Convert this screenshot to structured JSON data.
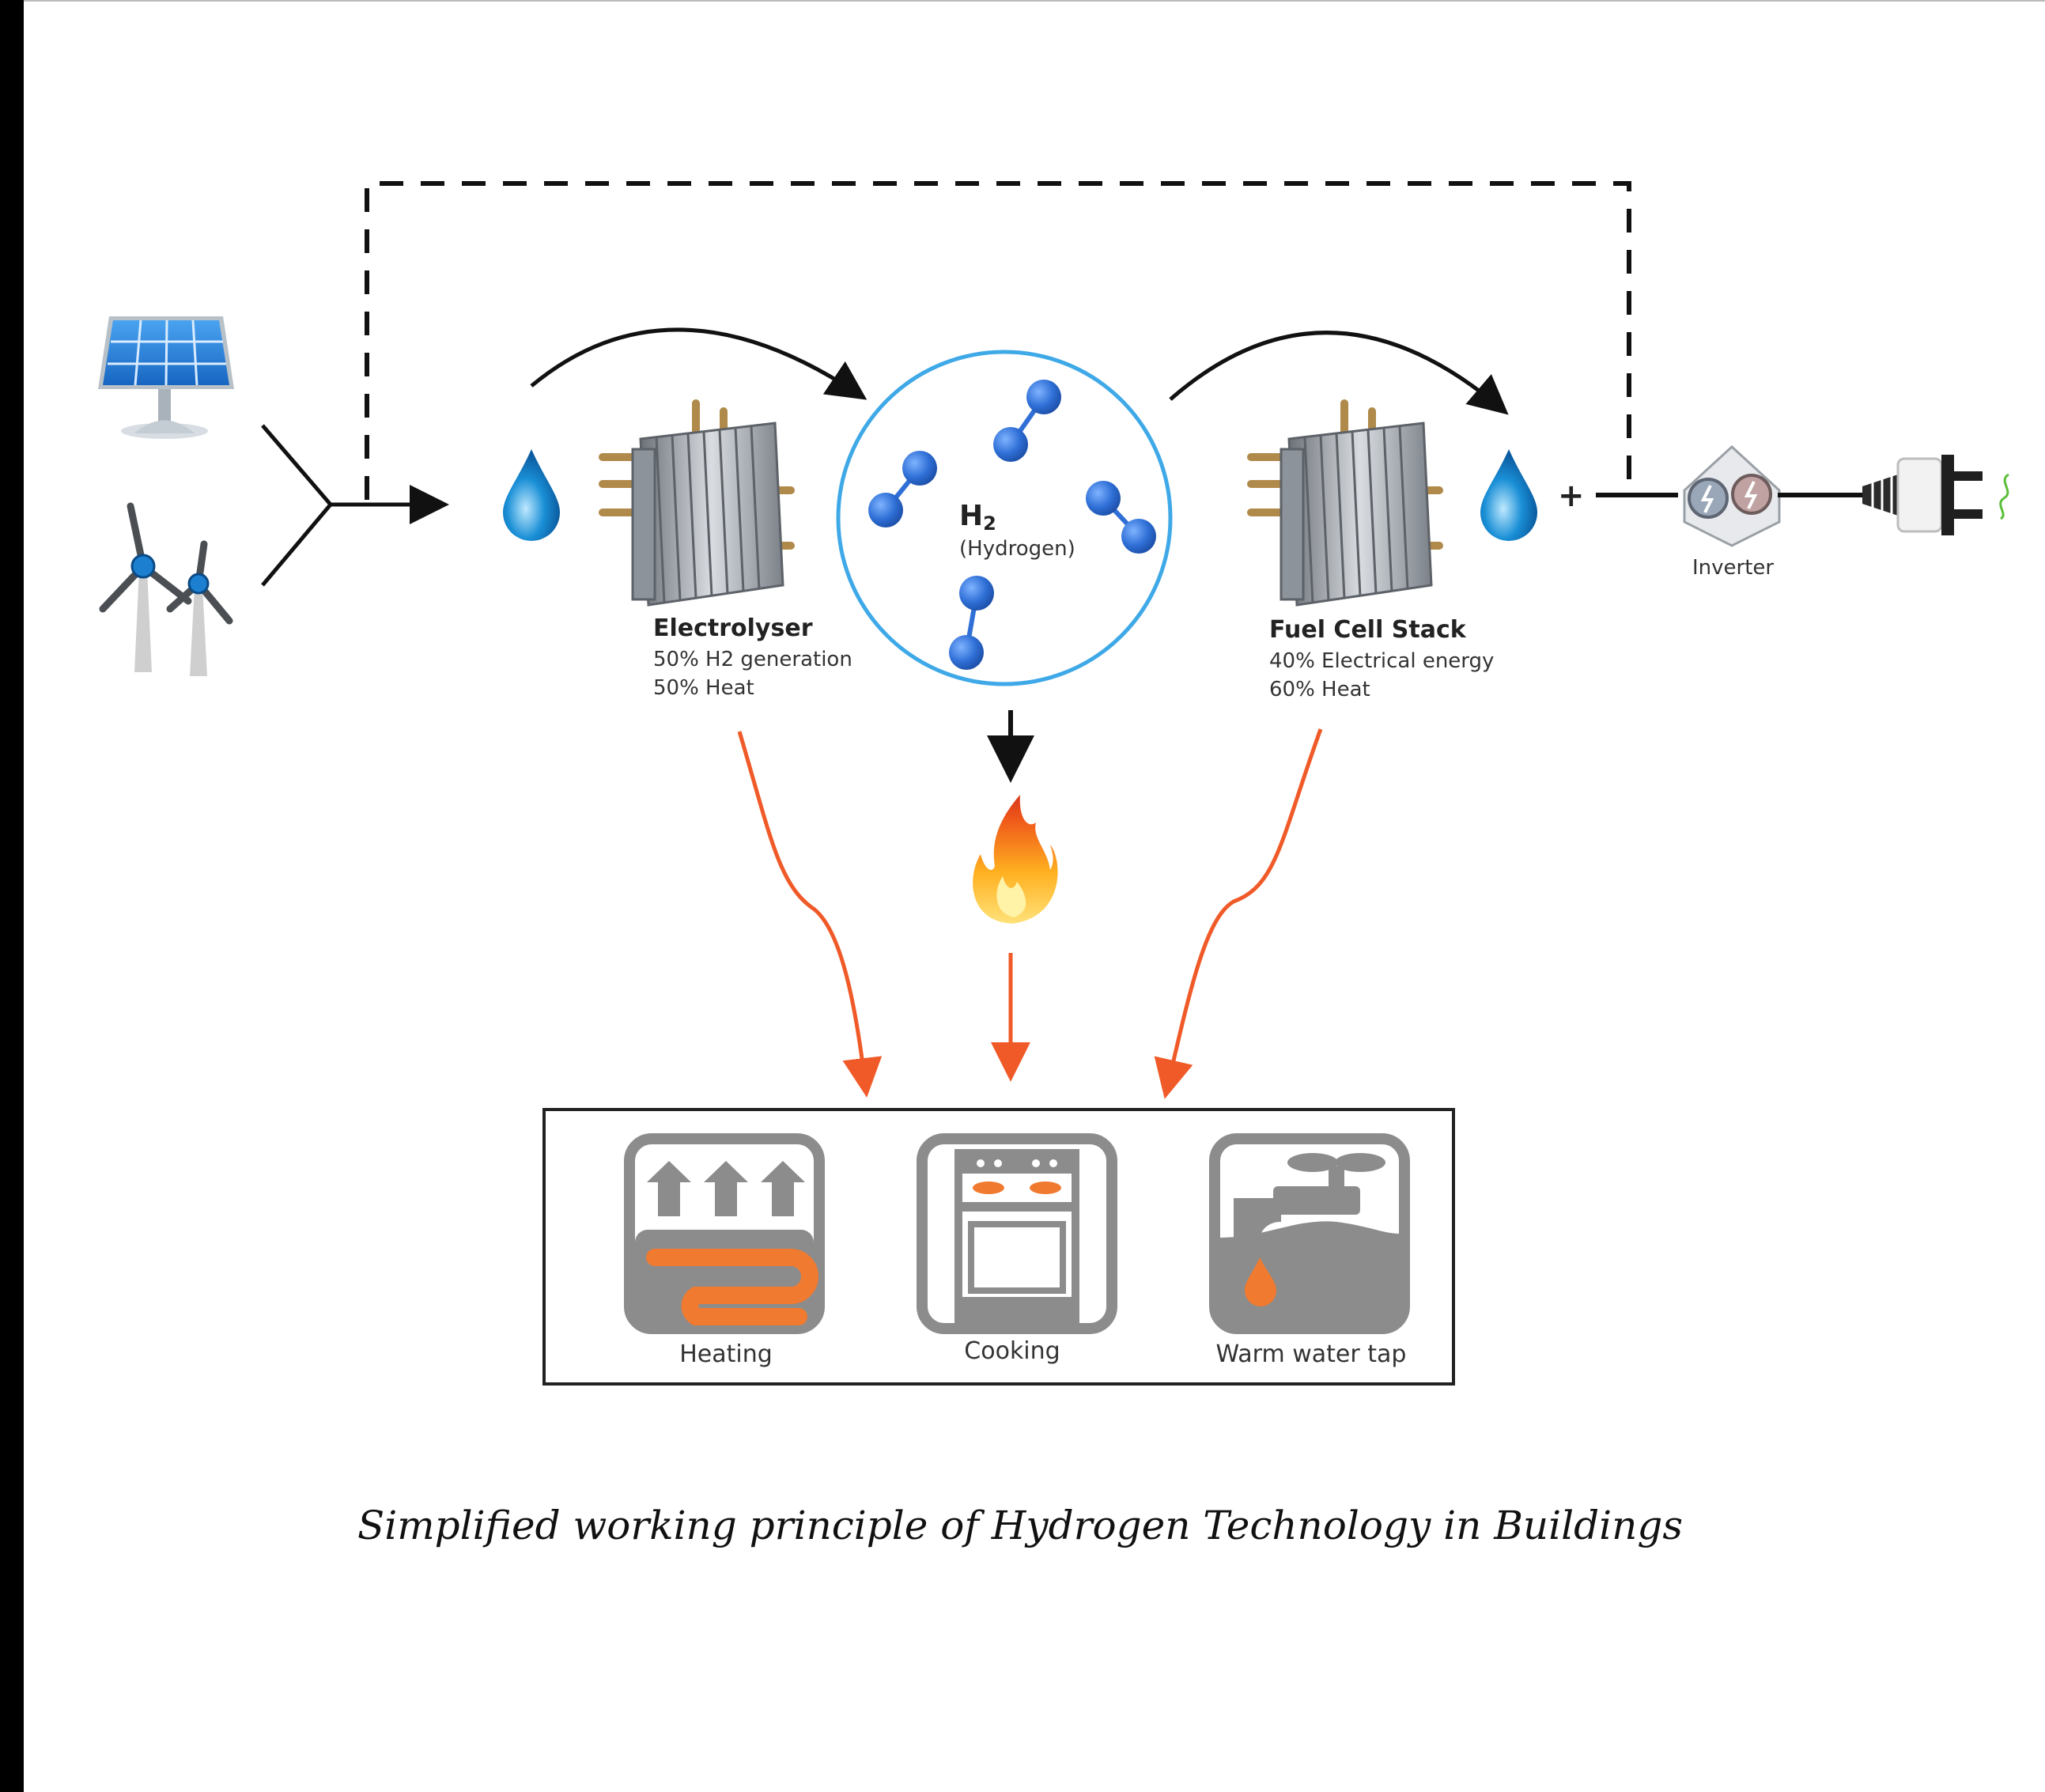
{
  "electrolyser": {
    "title": "Electrolyser",
    "line1": "50% H2 generation",
    "line2": "50% Heat"
  },
  "hydrogen": {
    "symbol": "H",
    "subscript": "2",
    "name": "(Hydrogen)"
  },
  "fuel_cell": {
    "title": "Fuel Cell Stack",
    "line1": "40% Electrical energy",
    "line2": "60% Heat"
  },
  "plus_sign": "+",
  "inverter_label": "Inverter",
  "uses": {
    "heating": "Heating",
    "cooking": "Cooking",
    "warm_water": "Warm water tap"
  },
  "caption": "Simplified working principle of Hydrogen Technology in Buildings",
  "colors": {
    "heat_arrow": "#f05a28",
    "molecule": "#2f6fd6",
    "circle": "#3fa9e8",
    "icon_gray": "#888888",
    "icon_orange": "#f07a30",
    "water": "#1a8fd6"
  }
}
